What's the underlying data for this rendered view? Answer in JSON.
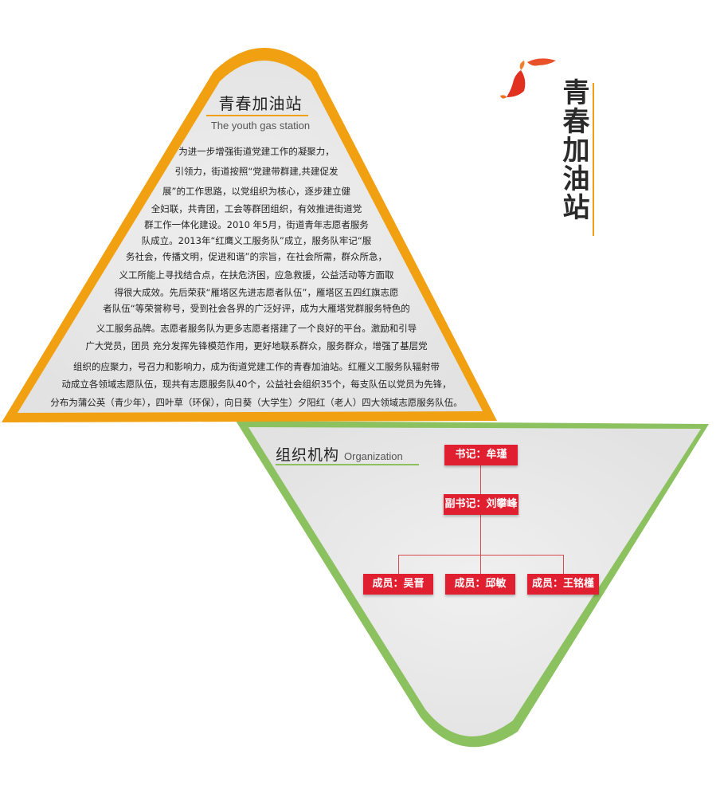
{
  "side_title": "青春加油站",
  "station": {
    "title": "青春加油站",
    "subtitle": "The youth gas station",
    "paragraph_lines": [
      "为进一步增强街道党建工作的凝聚力，",
      "引领力，街道按照“党建带群建,共建促发",
      "展”的工作思路，以党组织为核心，逐步建立健",
      "全妇联，共青团，工会等群团组织，有效推进街道党",
      "群工作一体化建设。2010 年5月，街道青年志愿者服务",
      "队成立。2013年“红鹰义工服务队”成立，服务队牢记“服",
      "务社会，传播文明，促进和谐”的宗旨，在社会所需，群众所急，",
      "义工所能上寻找结合点，在扶危济困，应急救援，公益活动等方面取",
      "得很大成效。先后荣获“雁塔区先进志愿者队伍”，雁塔区五四红旗志愿",
      "者队伍“等荣誉称号，受到社会各界的广泛好评，成为大雁塔党群服务特色的",
      "义工服务品牌。志愿者服务队为更多志愿者搭建了一个良好的平台。激励和引导",
      "广大党员，团员  充分发挥先锋模范作用，更好地联系群众，服务群众，增强了基层党",
      "组织的应聚力，号召力和影响力，成为街道党建工作的青春加油站。红雁义工服务队辐射带",
      "动成立各领域志愿队伍，现共有志愿服务队40个，公益社会组织35个，每支队伍以党员为先锋，",
      "分布为蒲公英（青少年），四叶草（环保），向日葵（大学生）夕阳红（老人）四大领域志愿服务队伍。"
    ]
  },
  "org": {
    "title": "组织机构",
    "title_en": "Organization",
    "secretary": "书记：牟瑾",
    "deputy": "副书记：刘攀峰",
    "members": [
      "成员：吴晋",
      "成员：邱敏",
      "成员：王铭槿"
    ]
  },
  "colors": {
    "orange": "#f0a010",
    "green": "#8cc160",
    "red": "#e02030",
    "fill": "#e6e6e6"
  },
  "icons": {
    "decoration": "goldfish-icon"
  }
}
